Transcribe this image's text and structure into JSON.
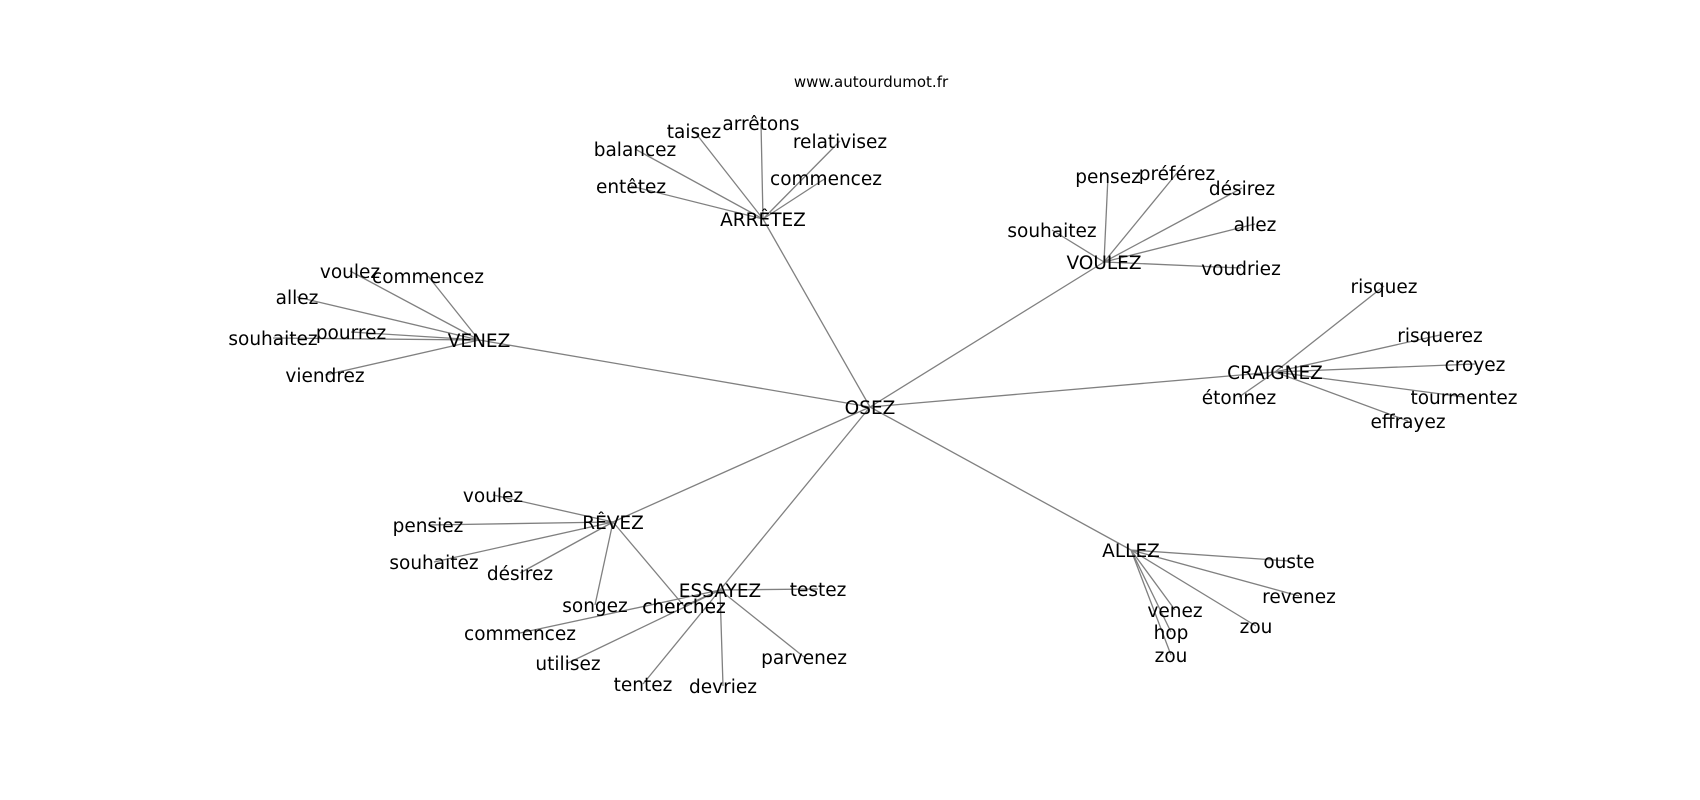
{
  "source": "www.autourdumot.fr",
  "graph": {
    "center": "OSEZ",
    "hubs": [
      {
        "label": "ARRÊTEZ",
        "leaves": [
          "taisez",
          "arrêtons",
          "balancez",
          "relativisez",
          "commencez",
          "entêtez"
        ]
      },
      {
        "label": "VOULEZ",
        "leaves": [
          "pensez",
          "préférez",
          "désirez",
          "allez",
          "souhaitez",
          "voudriez"
        ]
      },
      {
        "label": "VENEZ",
        "leaves": [
          "voulez",
          "commencez",
          "allez",
          "pourrez",
          "souhaitez",
          "viendrez"
        ]
      },
      {
        "label": "CRAIGNEZ",
        "leaves": [
          "risquez",
          "risquerez",
          "croyez",
          "étonnez",
          "tourmentez",
          "effrayez"
        ]
      },
      {
        "label": "RÊVEZ",
        "leaves": [
          "voulez",
          "pensiez",
          "souhaitez",
          "désirez",
          "songez",
          "cherchez"
        ]
      },
      {
        "label": "ESSAYEZ",
        "leaves": [
          "testez",
          "cherchez",
          "commencez",
          "utilisez",
          "tentez",
          "devriez",
          "parvenez"
        ]
      },
      {
        "label": "ALLEZ",
        "leaves": [
          "ouste",
          "revenez",
          "zou",
          "venez",
          "hop",
          "zou"
        ]
      }
    ]
  }
}
